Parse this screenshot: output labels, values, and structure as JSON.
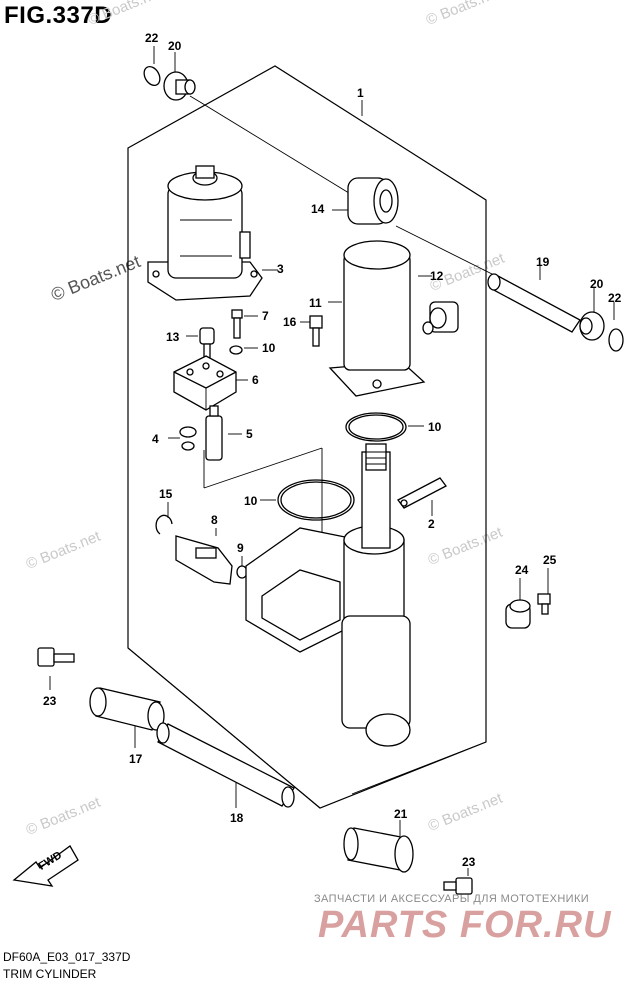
{
  "figure": {
    "id": "FIG.337D",
    "code": "DF60A_E03_017_337D",
    "name": "TRIM CYLINDER",
    "fwd_label": "FWD"
  },
  "watermarks": {
    "boats": "© Boats.net"
  },
  "branding": {
    "tagline": "ЗАПЧАСТИ И АКСЕССУАРЫ ДЛЯ МОТОТЕХНИКИ",
    "logo": "PARTS FOR.RU",
    "logo_color": "#d9a0a0"
  },
  "callouts": [
    "1",
    "2",
    "3",
    "4",
    "5",
    "6",
    "7",
    "8",
    "9",
    "10",
    "10",
    "10",
    "11",
    "12",
    "13",
    "14",
    "15",
    "16",
    "17",
    "18",
    "19",
    "20",
    "20",
    "21",
    "22",
    "22",
    "23",
    "23",
    "24",
    "25"
  ]
}
